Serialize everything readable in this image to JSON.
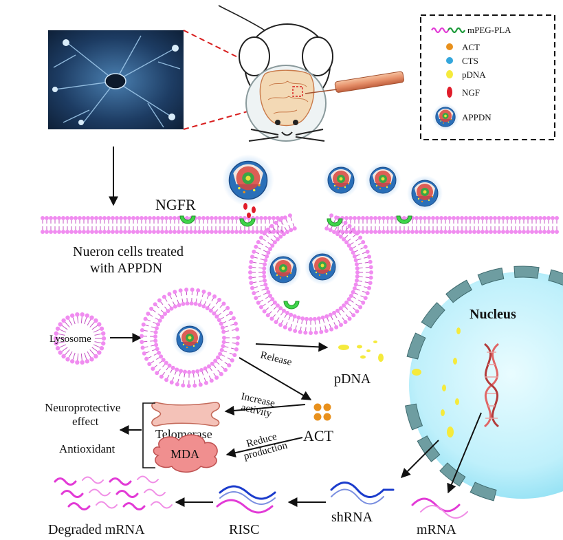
{
  "legend": {
    "items": [
      {
        "label": "mPEG-PLA",
        "icon": "polymer-chain-icon"
      },
      {
        "label": "ACT",
        "icon": "orange-dot-icon",
        "color": "#e8901c"
      },
      {
        "label": "CTS",
        "icon": "blue-dot-icon",
        "color": "#33a6dc"
      },
      {
        "label": "pDNA",
        "icon": "yellow-dot-icon",
        "color": "#f5ea3c"
      },
      {
        "label": "NGF",
        "icon": "red-drop-icon",
        "color": "#e01c2a"
      },
      {
        "label": "APPDN",
        "icon": "nanoparticle-icon"
      }
    ]
  },
  "labels": {
    "ngfr": "NGFR",
    "treated_line1": "Nueron cells treated",
    "treated_line2": "with APPDN",
    "nucleus": "Nucleus",
    "lysosome": "Lysosome",
    "release": "Release",
    "pdna": "pDNA",
    "increase_line1": "Increase",
    "increase_line2": "activity",
    "telomerase": "Telomerase",
    "act": "ACT",
    "mda": "MDA",
    "reduce_line1": "Reduce",
    "reduce_line2": "production",
    "neuroprotective_line1": "Neuroprotective",
    "neuroprotective_line2": "effect",
    "antioxidant": "Antioxidant",
    "shrna": "shRNA",
    "mrna": "mRNA",
    "risc": "RISC",
    "degraded_mrna": "Degraded mRNA"
  },
  "colors": {
    "membrane": "#f08cf0",
    "membrane_line": "#c455c4",
    "receptor": "#3fd44a",
    "nucleus_fill": "#c9f3fb",
    "nucleus_envelope": "#5e8c90",
    "mrna": "#e23ad6",
    "shrna": "#1b3ccc",
    "act": "#e8901c",
    "pdna": "#f5ea3c",
    "ngf": "#e01c2a",
    "particle_core": "#2a6fb8",
    "particle_glow": "#a9cdf0"
  }
}
